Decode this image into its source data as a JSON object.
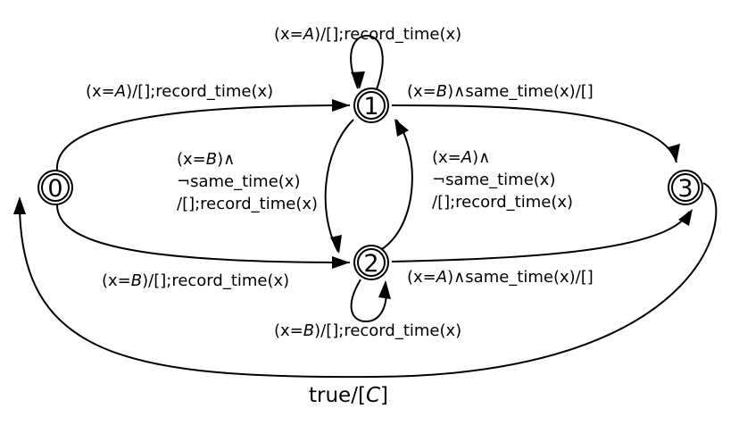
{
  "states": [
    {
      "id": "0",
      "label": "0"
    },
    {
      "id": "1",
      "label": "1"
    },
    {
      "id": "2",
      "label": "2"
    },
    {
      "id": "3",
      "label": "3"
    }
  ],
  "edges": {
    "self_1": {
      "pre": "(x=",
      "var": "A",
      "post": ")/[];record_time(x)"
    },
    "e_0_1": {
      "pre": "(x=",
      "var": "A",
      "post": ")/[];record_time(x)"
    },
    "e_1_3": {
      "pre": "(x=",
      "var": "B",
      "post": ")∧same_time(x)/[]"
    },
    "e_1_2": {
      "l1_pre": "(x=",
      "l1_var": "B",
      "l1_post": ")∧",
      "l2": "¬same_time(x)",
      "l3": "/[];record_time(x)"
    },
    "e_2_1": {
      "l1_pre": "(x=",
      "l1_var": "A",
      "l1_post": ")∧",
      "l2": "¬same_time(x)",
      "l3": "/[];record_time(x)"
    },
    "e_0_2": {
      "pre": "(x=",
      "var": "B",
      "post": ")/[];record_time(x)"
    },
    "e_2_3": {
      "pre": "(x=",
      "var": "A",
      "post": ")∧same_time(x)/[]"
    },
    "self_2": {
      "pre": "(x=",
      "var": "B",
      "post": ")/[];record_time(x)"
    },
    "e_3_0": {
      "pre": "true/[",
      "var": "C",
      "post": "]"
    }
  }
}
